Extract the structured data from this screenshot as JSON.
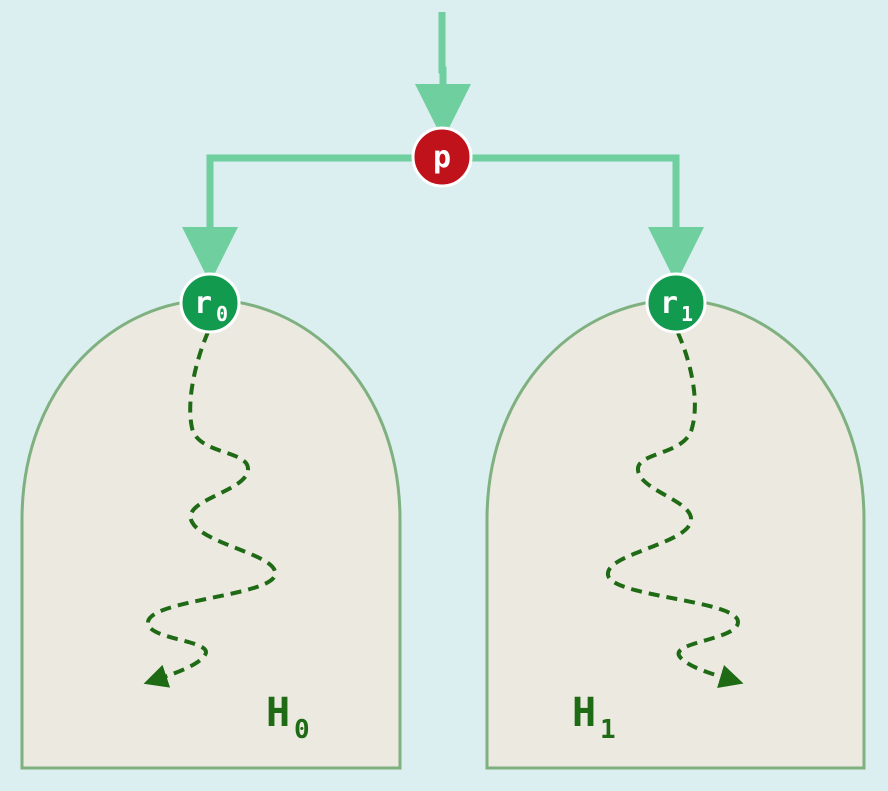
{
  "colors": {
    "background": "#dbeef0",
    "edge": "#6fcf9f",
    "heap_fill": "#ece9e0",
    "heap_stroke": "#7fb07f",
    "parent_node": "#c0121b",
    "child_node": "#129a4f",
    "path": "#1f6a14"
  },
  "nodes": {
    "parent": {
      "label": "p"
    },
    "left_child": {
      "label": "r",
      "subscript": "0"
    },
    "right_child": {
      "label": "r",
      "subscript": "1"
    }
  },
  "heaps": {
    "left": {
      "label": "H",
      "subscript": "0"
    },
    "right": {
      "label": "H",
      "subscript": "1"
    }
  }
}
